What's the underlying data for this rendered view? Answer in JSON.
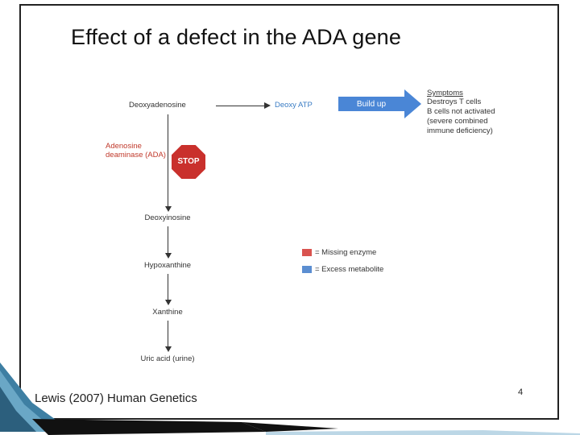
{
  "slide": {
    "title": "Effect of a defect in the ADA gene",
    "footer": "Lewis (2007) Human Genetics",
    "page_number": "4"
  },
  "pathway": {
    "start": "Deoxyadenosine",
    "side_product": "Deoxy ATP",
    "buildup_label": "Build up",
    "enzyme": "Adenosine deaminase (ADA)",
    "stop_label": "STOP",
    "steps": [
      "Deoxyinosine",
      "Hypoxanthine",
      "Xanthine",
      "Uric acid (urine)"
    ]
  },
  "symptoms": {
    "heading": "Symptoms",
    "lines": [
      "Destroys T cells",
      "B cells not activated",
      "(severe combined",
      "immune deficiency)"
    ]
  },
  "legend": {
    "items": [
      {
        "label": "= Missing enzyme",
        "color": "#d9534f"
      },
      {
        "label": "= Excess metabolite",
        "color": "#5b8ed1"
      }
    ]
  },
  "colors": {
    "stop": "#c9302c",
    "buildup_arrow": "#4a86d6",
    "enzyme_text": "#c0392b",
    "side_product_text": "#3b7dc4"
  }
}
